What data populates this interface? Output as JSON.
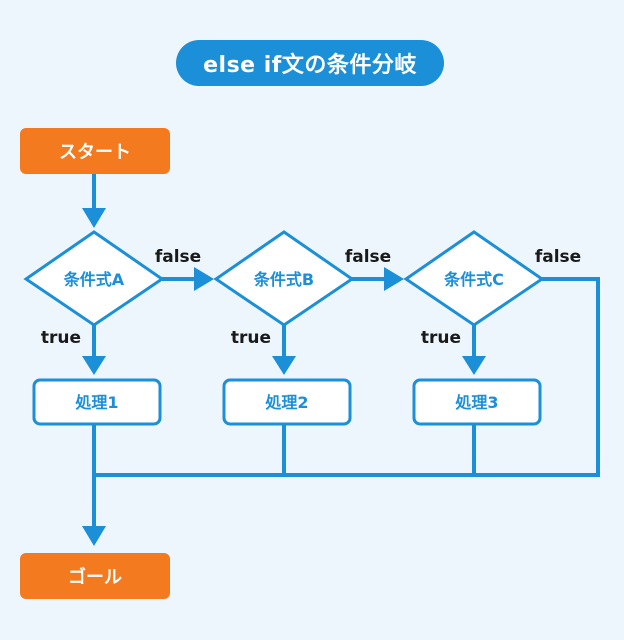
{
  "title": "else if文の条件分岐",
  "start": "スタート",
  "goal": "ゴール",
  "conditions": [
    "条件式A",
    "条件式B",
    "条件式C"
  ],
  "processes": [
    "処理1",
    "処理2",
    "処理3"
  ],
  "true_label": "true",
  "false_label": "false",
  "colors": {
    "background": "#eef6fd",
    "blue": "#1b8fd8",
    "orange": "#f47a1f",
    "white": "#ffffff",
    "text": "#1a1a1a"
  }
}
